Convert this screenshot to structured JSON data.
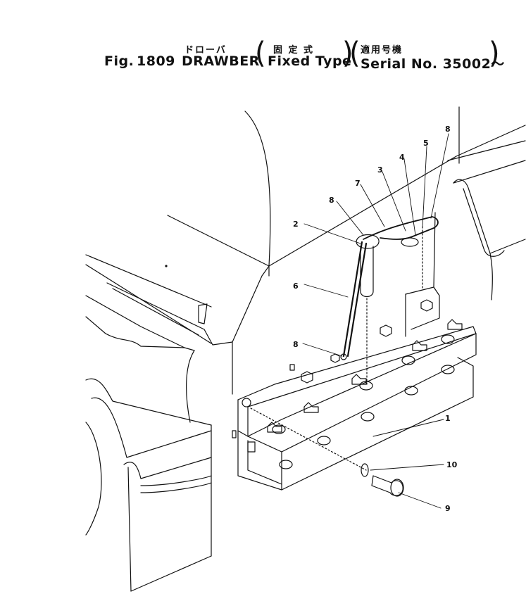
{
  "header": {
    "fig_label": "Fig.",
    "fig_number": "1809",
    "jp_title": "ドローバ",
    "title": "DRAWBER",
    "jp_type": "固 定 式",
    "type": "Fixed Type",
    "jp_serial": "適用号機",
    "serial": "Serial No. 35002～"
  },
  "callouts": {
    "c1": "1",
    "c2": "2",
    "c3": "3",
    "c4": "4",
    "c5": "5",
    "c6": "6",
    "c7": "7",
    "c8a": "8",
    "c8b": "8",
    "c8c": "8",
    "c9": "9",
    "c10": "10"
  }
}
